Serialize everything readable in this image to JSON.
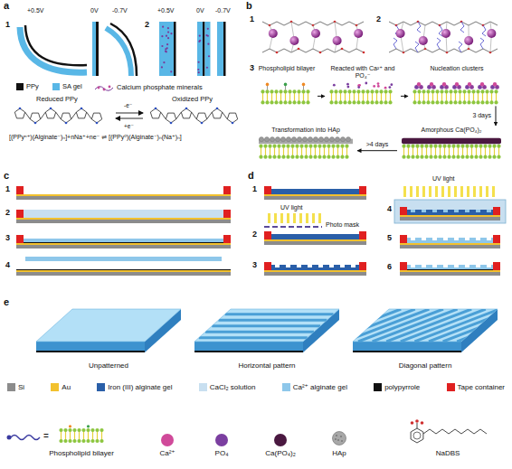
{
  "diagram": {
    "nodes": [
      {
        "text": [
          "Phospholipid bilayer"
        ]
      },
      {
        "text": [
          "Reacted with Ca²⁺ and PO₄⁻"
        ]
      },
      {
        "text": [
          "Nucleation clusters"
        ]
      },
      {
        "text": [
          "Amorphous Ca(PO₄)₂"
        ]
      },
      {
        "text": [
          "Transformation into HAp"
        ]
      }
    ],
    "edges": [
      {
        "from": 0,
        "to": 1,
        "arrow": "to"
      },
      {
        "from": 1,
        "to": 2,
        "arrow": "to"
      },
      {
        "from": 2,
        "to": 3,
        "label": "3 days",
        "arrow": "to"
      },
      {
        "from": 3,
        "to": 4,
        "label": ">4 days",
        "arrow": "to"
      }
    ],
    "labels": [
      "a",
      "1",
      "+0.5V",
      "0V",
      "-0.7V",
      "2",
      "+0.5V",
      "0V",
      "-0.7V",
      "Reduced PPy",
      "Oxidized PPy",
      "-e⁻",
      "+e⁻",
      "[(PPyⁿ⁺)(Alginate⁻)ₙ]+nNa⁺+ne⁻ ⇌ [(PPy⁰)(Alginate⁻)ₙ(Na⁺)ₙ]",
      "b",
      "1",
      "2",
      "3",
      "c",
      "1",
      "2",
      "3",
      "4",
      "d",
      "1",
      "2",
      "UV light",
      "Photo mask",
      "3",
      "4",
      "UV light",
      "5",
      "6",
      "e",
      "Unpatterned",
      "Horizontal pattern",
      "Diagonal pattern",
      "="
    ],
    "legend": [
      {
        "text": "PPy",
        "color": "#111111"
      },
      {
        "text": "SA gel",
        "color": "#59b7e6"
      },
      {
        "text": "Calcium phosphate minerals"
      },
      {
        "text": "Si",
        "color": "#8c8c8c"
      },
      {
        "text": "Au",
        "color": "#f2c12e"
      },
      {
        "text": "Iron (III) alginate gel",
        "color": "#2a5fa8"
      },
      {
        "text": "CaCl₂ solution",
        "color": "#c8dff0"
      },
      {
        "text": "Ca²⁺ alginate gel",
        "color": "#8ec7ea"
      },
      {
        "text": "polypyrrole",
        "color": "#111111"
      },
      {
        "text": "Tape container",
        "color": "#e02020"
      },
      {
        "text": "Phospholipid bilayer"
      },
      {
        "text": "Ca²⁺",
        "color": "#d04a9a"
      },
      {
        "text": "PO₄",
        "color": "#7b3fa0"
      },
      {
        "text": "Ca(PO₄)₂",
        "color": "#4a1840"
      },
      {
        "text": "HAp"
      },
      {
        "text": "NaDBS"
      }
    ]
  }
}
